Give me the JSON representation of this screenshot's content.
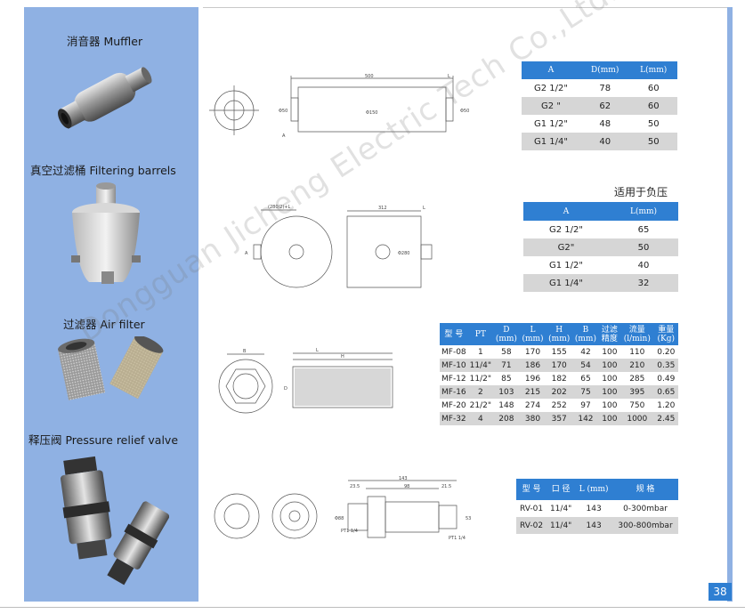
{
  "sections": {
    "muffler": "消音器 Muffler",
    "filtering_barrels": "真空过滤桶 Filtering barrels",
    "air_filter": "过滤器 Air filter",
    "relief_valve": "释压阀 Pressure relief valve"
  },
  "muffler_table": {
    "headers": [
      "A",
      "D(mm)",
      "L(mm)"
    ],
    "rows": [
      [
        "G2 1/2\"",
        "78",
        "60"
      ],
      [
        "G2 \"",
        "62",
        "60"
      ],
      [
        "G1 1/2\"",
        "48",
        "50"
      ],
      [
        "G1 1/4\"",
        "40",
        "50"
      ]
    ]
  },
  "barrel_note": "适用于负压",
  "barrel_table": {
    "headers": [
      "A",
      "L(mm)"
    ],
    "rows": [
      [
        "G2 1/2\"",
        "65"
      ],
      [
        "G2\"",
        "50"
      ],
      [
        "G1 1/2\"",
        "40"
      ],
      [
        "G1 1/4\"",
        "32"
      ]
    ]
  },
  "filter_table": {
    "headers": [
      "型 号",
      "PT",
      "D (mm)",
      "L (mm)",
      "H (mm)",
      "B (mm)",
      "过滤精度",
      "流量 (l/min)",
      "重量 (Kg)"
    ],
    "rows": [
      [
        "MF-08",
        "1",
        "58",
        "170",
        "155",
        "42",
        "100",
        "110",
        "0.20"
      ],
      [
        "MF-10",
        "11/4\"",
        "71",
        "186",
        "170",
        "54",
        "100",
        "210",
        "0.35"
      ],
      [
        "MF-12",
        "11/2\"",
        "85",
        "196",
        "182",
        "65",
        "100",
        "285",
        "0.49"
      ],
      [
        "MF-16",
        "2",
        "103",
        "215",
        "202",
        "75",
        "100",
        "395",
        "0.65"
      ],
      [
        "MF-20",
        "21/2\"",
        "148",
        "274",
        "252",
        "97",
        "100",
        "750",
        "1.20"
      ],
      [
        "MF-32",
        "4",
        "208",
        "380",
        "357",
        "142",
        "100",
        "1000",
        "2.45"
      ]
    ]
  },
  "valve_table": {
    "headers": [
      "型 号",
      "口 径",
      "L (mm)",
      "规 格"
    ],
    "rows": [
      [
        "RV-01",
        "11/4\"",
        "143",
        "0-300mbar"
      ],
      [
        "RV-02",
        "11/4\"",
        "143",
        "300-800mbar"
      ]
    ]
  },
  "drawings": {
    "muffler": {
      "length": "500",
      "left_dim": "Φ50",
      "mid_dim": "Φ150",
      "right_dim": "Φ50",
      "end": "L",
      "port": "A"
    },
    "barrel": {
      "top_dim": "(280/2)+L",
      "length": "312",
      "dia": "Φ280",
      "end": "L",
      "port": "A"
    },
    "filter": {
      "b": "B",
      "l": "L",
      "h": "H",
      "d": "D"
    },
    "valve": {
      "length": "143",
      "mid": "98",
      "left": "23.5",
      "right": "21.5",
      "dia1": "Φ88",
      "dia2": "53",
      "thread1": "PT1 1/4",
      "thread2": "PT1 1/4"
    }
  },
  "watermark": "Dongguan Jicheng Electric Tech Co.,Ltd.",
  "page_number": "38"
}
